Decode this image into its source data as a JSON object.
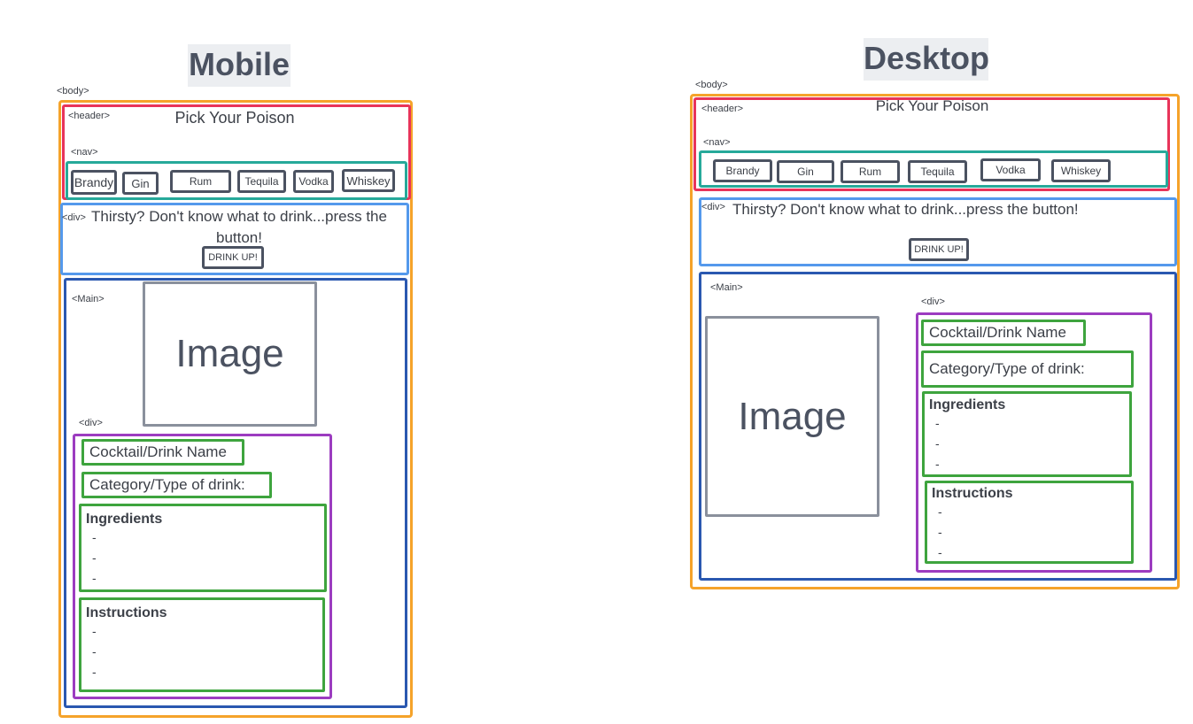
{
  "mobile": {
    "title": "Mobile",
    "body_tag": "<body>",
    "header_tag": "<header>",
    "header_title": "Pick Your Poison",
    "nav_tag": "<nav>",
    "nav_items": [
      "Brandy",
      "Gin",
      "Rum",
      "Tequila",
      "Vodka",
      "Whiskey"
    ],
    "div_tag": "<div>",
    "prompt_text": "Thirsty? Don't know what to drink...press the button!",
    "button_label": "DRINK UP!",
    "main_tag": "<Main>",
    "image_label": "Image",
    "details_div_tag": "<div>",
    "drink_name": "Cocktail/Drink Name",
    "category": "Category/Type of drink:",
    "ingredients_title": "Ingredients",
    "ingredients_items": [
      "-",
      "-",
      "-"
    ],
    "instructions_title": "Instructions",
    "instructions_items": [
      "-",
      "-",
      "-"
    ]
  },
  "desktop": {
    "title": "Desktop",
    "body_tag": "<body>",
    "header_tag": "<header>",
    "header_title": "Pick Your Poison",
    "nav_tag": "<nav>",
    "nav_items": [
      "Brandy",
      "Gin",
      "Rum",
      "Tequila",
      "Vodka",
      "Whiskey"
    ],
    "div_tag": "<div>",
    "prompt_text": "Thirsty? Don't know what to drink...press the button!",
    "button_label": "DRINK UP!",
    "main_tag": "<Main>",
    "image_label": "Image",
    "details_div_tag": "<div>",
    "drink_name": "Cocktail/Drink Name",
    "category": "Category/Type of drink:",
    "ingredients_title": "Ingredients",
    "ingredients_items": [
      "-",
      "-",
      "-"
    ],
    "instructions_title": "Instructions",
    "instructions_items": [
      "-",
      "-",
      "-"
    ]
  },
  "colors": {
    "body": "#f5a32a",
    "header": "#e8345a",
    "nav": "#26a99a",
    "div": "#5499ec",
    "main": "#2a58b0",
    "details": "#9c3cc0",
    "field": "#3ea43e",
    "image": "#8a909c",
    "button": "#4b5261"
  }
}
